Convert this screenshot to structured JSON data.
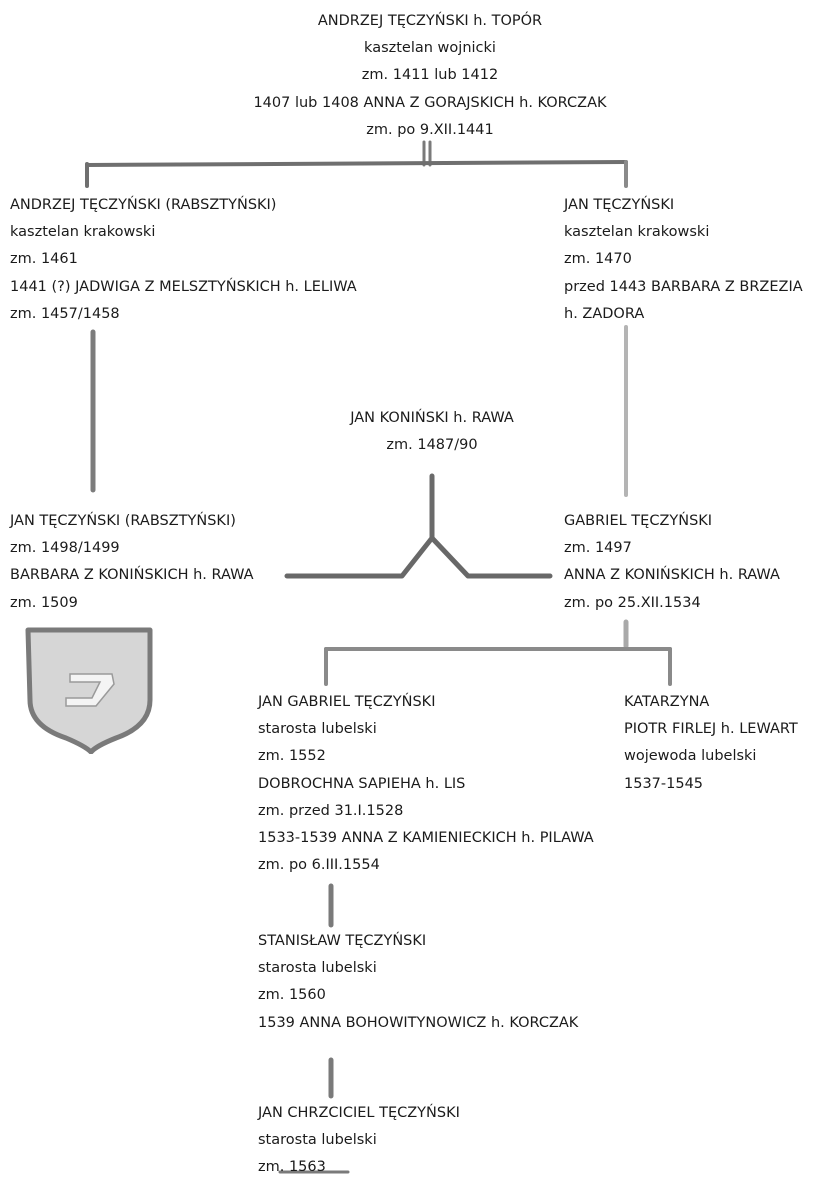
{
  "persons": {
    "root": {
      "lines": [
        "ANDRZEJ TĘCZYŃSKI h. TOPÓR",
        "kasztelan wojnicki",
        "zm. 1411 lub 1412",
        "1407 lub 1408 ANNA Z GORAJSKICH h. KORCZAK",
        "zm. po 9.XII.1441"
      ]
    },
    "andrzej_rabsztynski": {
      "lines": [
        "ANDRZEJ TĘCZYŃSKI (RABSZTYŃSKI)",
        "kasztelan krakowski",
        "zm. 1461",
        "1441 (?) JADWIGA Z MELSZTYŃSKICH h. LELIWA",
        "zm. 1457/1458"
      ]
    },
    "jan_teczynski": {
      "lines": [
        "JAN TĘCZYŃSKI",
        "kasztelan krakowski",
        "zm. 1470",
        "przed 1443 BARBARA Z BRZEZIA",
        "h. ZADORA"
      ]
    },
    "jan_koninski": {
      "lines": [
        "JAN KONIŃSKI h. RAWA",
        "zm. 1487/90"
      ]
    },
    "jan_rabsztynski": {
      "lines": [
        "JAN TĘCZYŃSKI (RABSZTYŃSKI)",
        "zm. 1498/1499",
        "BARBARA Z KONIŃSKICH h. RAWA",
        "zm. 1509"
      ]
    },
    "gabriel": {
      "lines": [
        "GABRIEL TĘCZYŃSKI",
        "zm. 1497",
        "ANNA Z KONIŃSKICH h. RAWA",
        "zm. po 25.XII.1534"
      ]
    },
    "jan_gabriel": {
      "lines": [
        "JAN GABRIEL TĘCZYŃSKI",
        "starosta lubelski",
        "zm. 1552",
        "DOBROCHNA SAPIEHA h. LIS",
        "zm. przed 31.I.1528",
        "1533-1539 ANNA Z KAMIENIECKICH h. PILAWA",
        "zm. po 6.III.1554"
      ]
    },
    "katarzyna": {
      "lines": [
        "KATARZYNA",
        "PIOTR FIRLEJ h. LEWART",
        "wojewoda lubelski",
        "1537-1545"
      ]
    },
    "stanislaw": {
      "lines": [
        "STANISŁAW TĘCZYŃSKI",
        "starosta lubelski",
        "zm. 1560",
        "1539 ANNA BOHOWITYNOWICZ h. KORCZAK"
      ]
    },
    "jan_chrzciciel": {
      "lines": [
        "JAN CHRZCICIEL TĘCZYŃSKI",
        "starosta lubelski",
        "zm. 1563"
      ]
    }
  },
  "colors": {
    "text": "#1b1b1b",
    "line_dark": "#6a6a6a",
    "line_light": "#a9a9a9",
    "shield_fill": "#d4d4d4",
    "shield_border": "#7a7a7a"
  },
  "icons": {
    "coat_of_arms": "topor-shield-icon"
  }
}
